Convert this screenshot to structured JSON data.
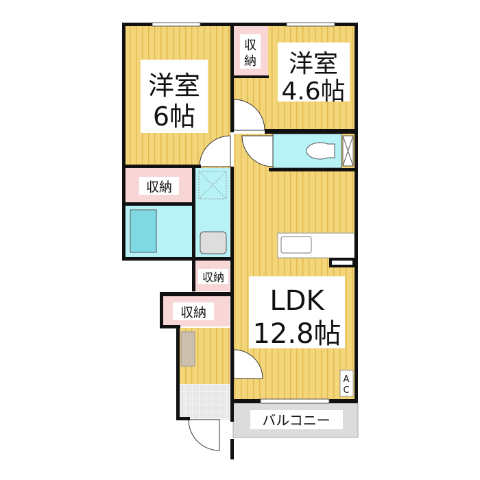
{
  "rooms": {
    "western_6": {
      "name": "洋室",
      "size": "6帖"
    },
    "western_46": {
      "name": "洋室",
      "size": "4.6帖"
    },
    "ldk": {
      "name": "LDK",
      "size": "12.8帖"
    }
  },
  "storage": {
    "top": [
      "収",
      "納"
    ],
    "mid": "収納",
    "small": "収納",
    "entry": "収納"
  },
  "balcony": "バルコニー",
  "ac": [
    "A",
    "C"
  ],
  "colors": {
    "floor": "#f3d57a",
    "stripe": "#e2b94c",
    "storage": "#f9d6d6",
    "wet": "#b6f2f6",
    "balcony": "#dcdcdc",
    "wall": "#111111"
  }
}
